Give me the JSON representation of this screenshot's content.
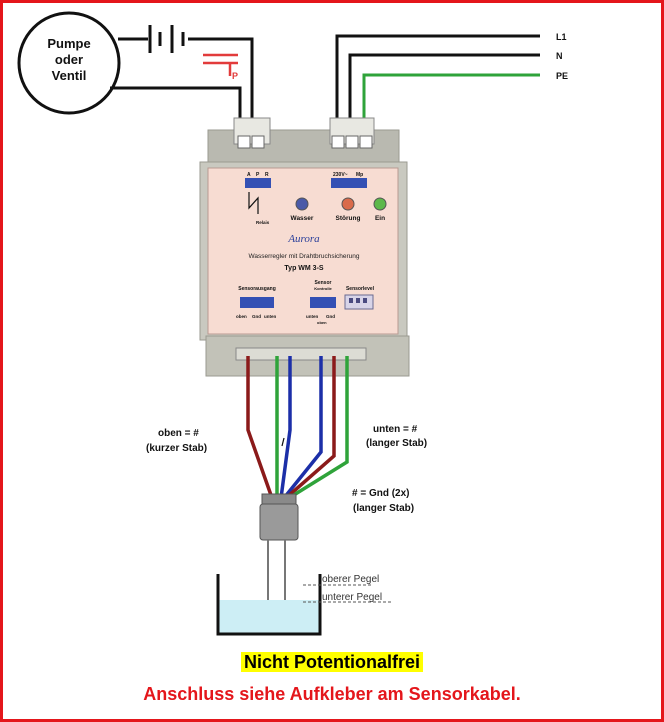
{
  "pump_label": [
    "Pumpe",
    "oder",
    "Ventil"
  ],
  "mains": {
    "l1": "L1",
    "n": "N",
    "pe": "PE"
  },
  "cap_p": "P",
  "module": {
    "brand": "Aurora",
    "description": "Wasserregler mit Drahtbruchsicherung",
    "type": "Typ WM 3-S",
    "relay_terms": [
      "A",
      "P",
      "R"
    ],
    "relay_label": "Relais",
    "power_terms": [
      "230V~",
      "Mp"
    ],
    "indicators": [
      "Wasser",
      "Störung",
      "Ein"
    ],
    "indicator_colors": [
      "#4a5aa8",
      "#d96a4a",
      "#5cb84a"
    ],
    "sensor_out_label": "Sensorausgang",
    "sensor_out_terms": [
      "oben",
      "Gnd",
      "unten"
    ],
    "sensor_ctrl_label": "Sensor",
    "sensor_ctrl_sub": "Kontrolle",
    "sensor_ctrl_terms": [
      "unten",
      "Gnd"
    ],
    "sensor_ctrl_extra": "oben",
    "sensor_level_label": "Sensorlevel"
  },
  "annotations": {
    "top_left": [
      "oben = #",
      "(kurzer Stab)"
    ],
    "top_right": [
      "unten = #",
      "(langer Stab)"
    ],
    "gnd": [
      "# = Gnd (2x)",
      "(langer Stab)"
    ]
  },
  "levels": {
    "upper": "oberer Pegel",
    "lower": "unterer Pegel"
  },
  "caption_highlight": "Nicht Potentionalfrei",
  "caption_red": "Anschluss siehe Aufkleber am Sensorkabel.",
  "colors": {
    "frame": "#e4161b",
    "wire_red": "#8b1a1a",
    "wire_green": "#2fa33a",
    "wire_blue": "#1c2fa8",
    "water": "#cdeef5",
    "module_face": "#f7dcd2",
    "module_body": "#c9c9c0"
  }
}
